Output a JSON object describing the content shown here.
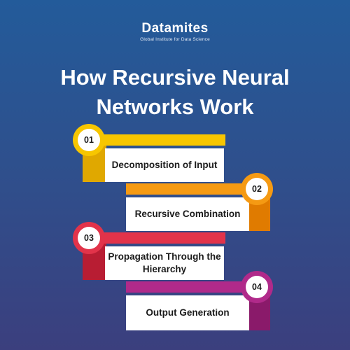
{
  "brand": {
    "name_first": "D",
    "name_rest": "atamites",
    "tagline": "Global Institute for Data Science"
  },
  "title": {
    "line1": "How Recursive Neural",
    "line2": "Networks Work"
  },
  "steps": [
    {
      "number": "01",
      "label": "Decomposition of Input",
      "color": "#f7c600",
      "dark": "#e0a800"
    },
    {
      "number": "02",
      "label": "Recursive Combination",
      "color": "#f59a13",
      "dark": "#e07b00"
    },
    {
      "number": "03",
      "label": "Propagation Through the Hierarchy",
      "color": "#e2334a",
      "dark": "#b81d33"
    },
    {
      "number": "04",
      "label": "Output Generation",
      "color": "#b02a8a",
      "dark": "#8a1a6a"
    }
  ],
  "colors": {
    "background_top": "#235b9a",
    "background_bottom": "#3b3f7e",
    "card": "#ffffff"
  }
}
